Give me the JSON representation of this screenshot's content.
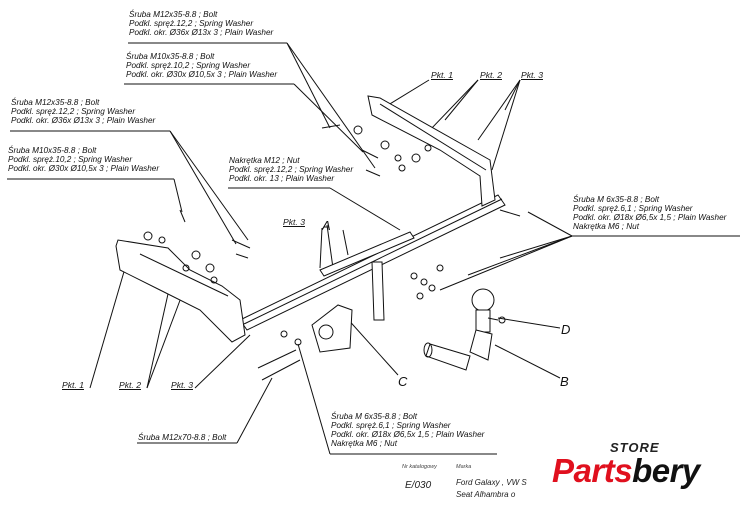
{
  "labels": {
    "top_bolt_1": [
      "Śruba M12x35-8.8 ;  Bolt",
      "Podkl. spręż.12,2 ; Spring Washer",
      "Podkl. okr.  Ø36x Ø13x 3 ; Plain Washer"
    ],
    "top_bolt_2": [
      "Śruba M10x35-8.8 ;  Bolt",
      "Podkl. spręż.10,2 ; Spring Washer",
      "Podkl. okr.  Ø30x Ø10,5x 3 ; Plain Washer"
    ],
    "left_bolt_1": [
      "Śruba M12x35-8.8 ;  Bolt",
      "Podkl. spręż.12,2 ; Spring Washer",
      "Podkl. okr.  Ø36x Ø13x 3 ; Plain Washer"
    ],
    "left_bolt_2": [
      "Śruba M10x35-8.8 ;  Bolt",
      "Podkl. spręż.10,2 ; Spring Washer",
      "Podkl. okr.  Ø30x Ø10,5x 3 ; Plain Washer"
    ],
    "nut_group": [
      "Nakrętka  M12 ; Nut",
      "Podkl. spręż.12,2 ; Spring Washer",
      "Podkl. okr. 13 ; Plain Washer"
    ],
    "right_bolt": [
      "Śruba M 6x35-8.8 ;  Bolt",
      "Podkl. spręż.6,1 ; Spring Washer",
      "Podkl. okr.  Ø18x Ø6,5x 1,5 ; Plain Washer",
      "Nakrętka  M6 ; Nut"
    ],
    "bottom_bolt": [
      "Śruba M 6x35-8.8 ;  Bolt",
      "Podkl. spręż.6,1 ; Spring Washer",
      "Podkl. okr.  Ø18x Ø6,5x 1,5 ; Plain Washer",
      "Nakrętka  M6 ; Nut"
    ],
    "long_bolt": "Śruba M12x70-8.8 ;  Bolt"
  },
  "points": {
    "pkt1_top": "Pkt. 1",
    "pkt2_top": "Pkt. 2",
    "pkt3_top": "Pkt. 3",
    "pkt3_mid": "Pkt. 3",
    "pkt1_bottom": "Pkt. 1",
    "pkt2_bottom": "Pkt. 2",
    "pkt3_bottom": "Pkt. 3"
  },
  "parts": {
    "a": "A",
    "b": "B",
    "c": "C",
    "d": "D"
  },
  "footer": {
    "catalog_label": "Nr katalogowy",
    "brand_label": "Marka",
    "code": "E/030",
    "model_line1": "Ford Galaxy , VW S",
    "model_line2": "Seat Alhambra   o"
  },
  "logo": {
    "store": "STORE",
    "brand_part1": "Parts",
    "brand_part2": "bery"
  },
  "colors": {
    "line": "#111111",
    "logo_red": "#e0101e"
  }
}
